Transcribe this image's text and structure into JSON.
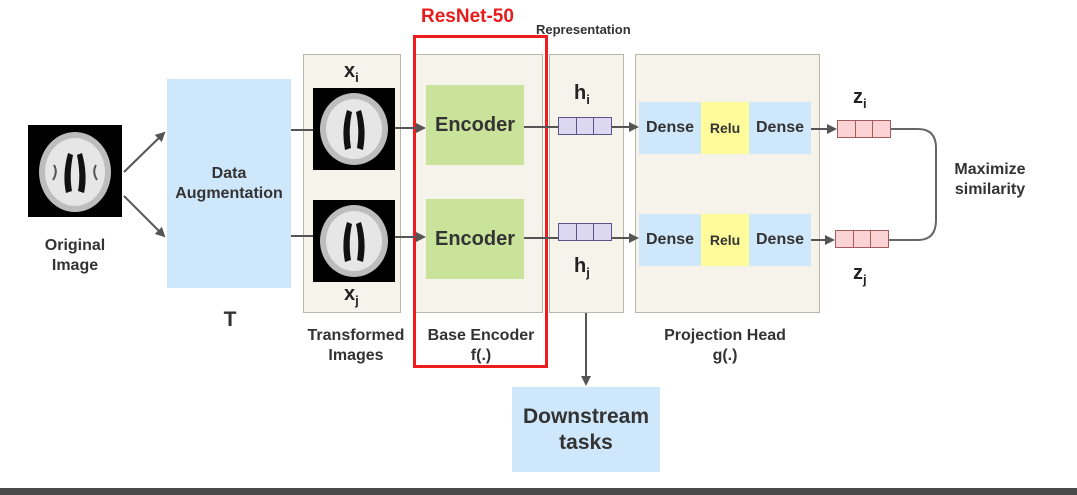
{
  "original": {
    "label_line1": "Original",
    "label_line2": "Image"
  },
  "augmentation": {
    "line1": "Data",
    "line2": "Augmentation",
    "symbol": "T"
  },
  "transformed": {
    "var_top": "x",
    "sub_top": "i",
    "var_bottom": "x",
    "sub_bottom": "j",
    "line1": "Transformed",
    "line2": "Images"
  },
  "encoder": {
    "title": "ResNet-50",
    "box_label": "Encoder",
    "line1": "Base Encoder",
    "line2": "f(.)"
  },
  "representation": {
    "label": "Representation",
    "var_top": "h",
    "sub_top": "i",
    "var_bottom": "h",
    "sub_bottom": "j"
  },
  "projection": {
    "dense_label": "Dense",
    "relu_label": "Relu",
    "line1": "Projection Head",
    "line2": "g(.)"
  },
  "outputs": {
    "var_top": "z",
    "sub_top": "i",
    "var_bottom": "z",
    "sub_bottom": "j"
  },
  "objective": {
    "line1": "Maximize",
    "line2": "similarity"
  },
  "downstream": {
    "line1": "Downstream",
    "line2": "tasks"
  },
  "colors": {
    "panel": "#f6f3ea",
    "blue": "#cfe7fb",
    "green": "#c9e39a",
    "relu": "#fefb9b",
    "highlight": "#ee1c1c",
    "arrow": "#555555"
  }
}
